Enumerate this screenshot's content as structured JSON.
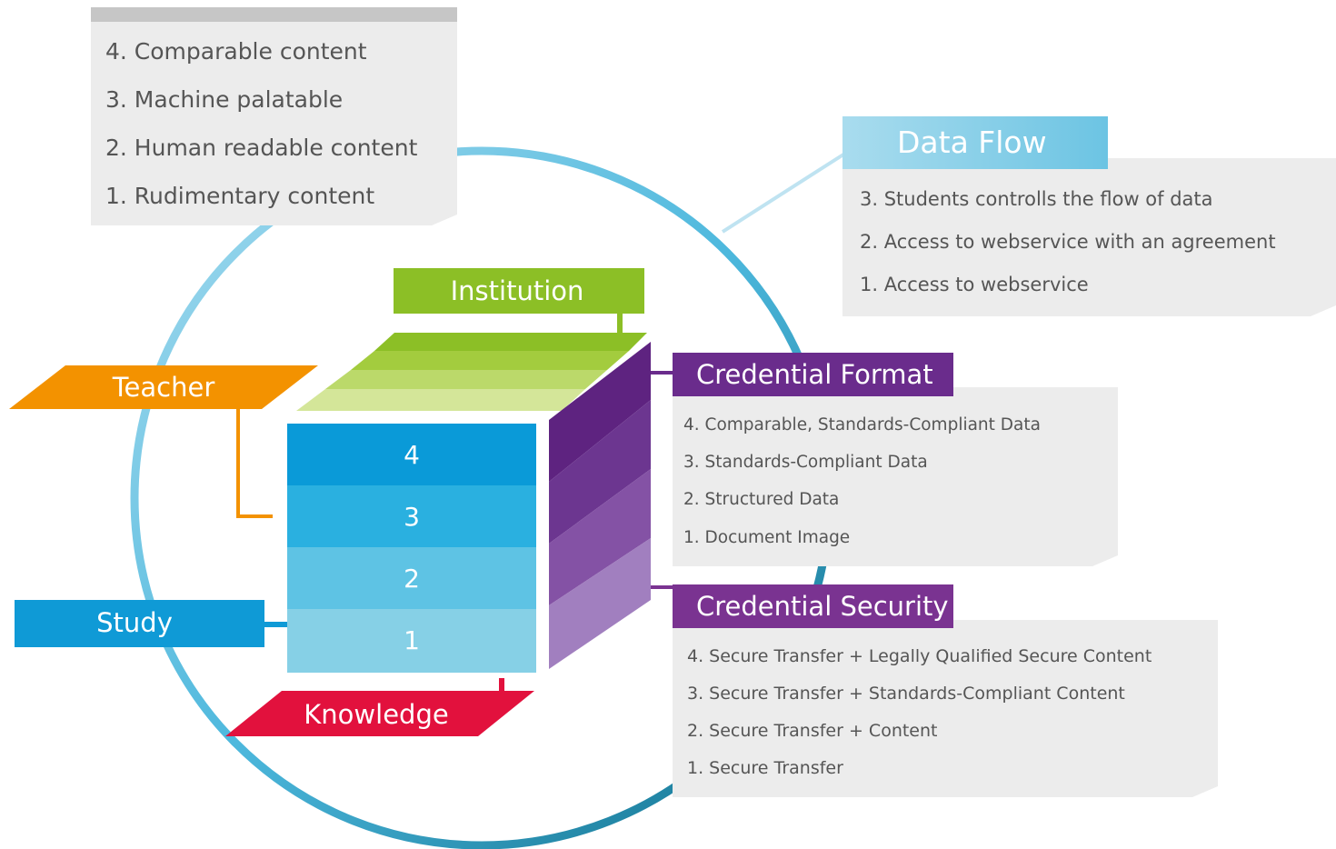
{
  "content_levels": {
    "items": [
      "4. Comparable content",
      "3. Machine palatable",
      "2. Human readable content",
      "1. Rudimentary content"
    ]
  },
  "data_flow": {
    "title": "Data Flow",
    "items": [
      "3. Students controlls the flow of data",
      "2. Access to webservice with an agreement",
      "1. Access to webservice"
    ]
  },
  "credential_format": {
    "title": "Credential Format",
    "items": [
      "4. Comparable, Standards-Compliant Data",
      "3. Standards-Compliant Data",
      "2. Structured Data",
      "1. Document Image"
    ]
  },
  "credential_security": {
    "title": "Credential Security",
    "items": [
      "4. Secure Transfer + Legally Qualified Secure Content",
      "3. Secure Transfer + Standards-Compliant Content",
      "2. Secure Transfer + Content",
      "1. Secure Transfer"
    ]
  },
  "dimensions": {
    "institution": "Institution",
    "teacher": "Teacher",
    "study": "Study",
    "knowledge": "Knowledge"
  },
  "cube": {
    "levels": [
      "4",
      "3",
      "2",
      "1"
    ]
  },
  "colors": {
    "institution": "#8cbf26",
    "teacher": "#f39200",
    "study": "#0f9ad6",
    "knowledge": "#e2113d",
    "format": "#6a2c8c",
    "security": "#7a3391",
    "dataflow": "#7fcbe7",
    "panel": "#ececec"
  }
}
